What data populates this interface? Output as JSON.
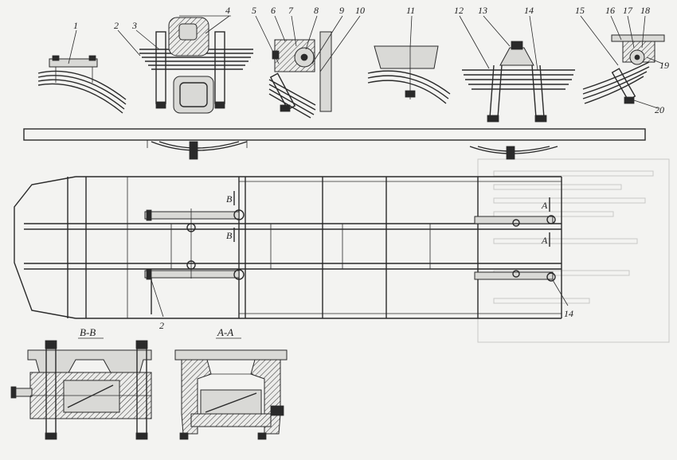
{
  "callouts": {
    "n1": "1",
    "n2": "2",
    "n3": "3",
    "n4": "4",
    "n5": "5",
    "n6": "6",
    "n7": "7",
    "n8": "8",
    "n9": "9",
    "n10": "10",
    "n11": "11",
    "n12": "12",
    "n13": "13",
    "n14": "14",
    "n15": "15",
    "n16": "16",
    "n17": "17",
    "n18": "18",
    "n19": "19",
    "n20": "20",
    "frame_2": "2",
    "frame_14": "14"
  },
  "section_marks": {
    "b_upper": "B",
    "b_lower": "B",
    "a_upper": "A",
    "a_lower": "A"
  },
  "sections": {
    "bb": "B-B",
    "aa": "A-A"
  }
}
